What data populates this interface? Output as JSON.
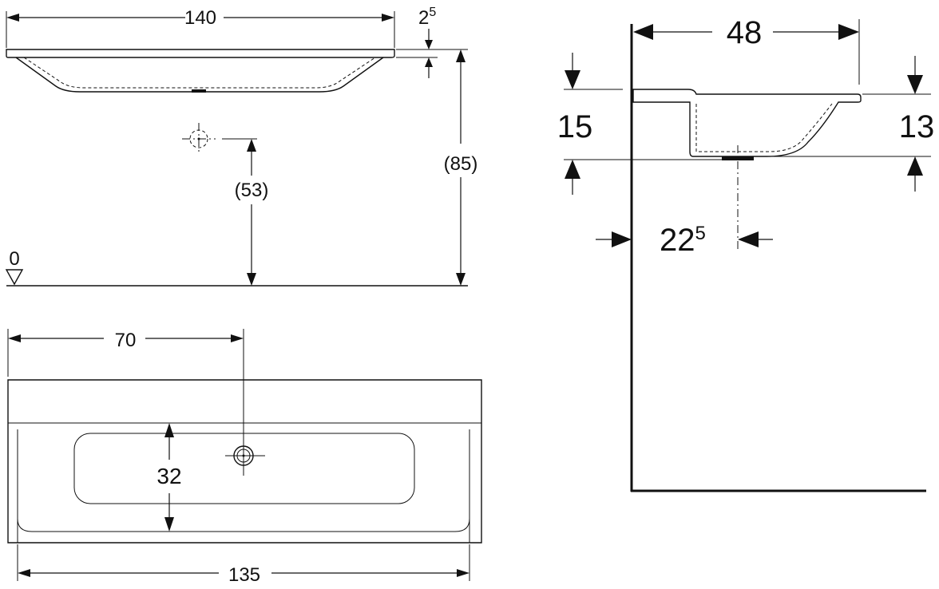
{
  "front_view": {
    "width_label": "140",
    "rim_label_base": "2",
    "rim_label_sup": "5",
    "height_label": "(85)",
    "drain_height_label": "(53)",
    "floor_label": "0"
  },
  "top_view": {
    "tap_offset_label": "70",
    "bowl_depth_label": "32",
    "inner_width_label": "135"
  },
  "side_view": {
    "depth_label": "48",
    "left_height_label": "15",
    "right_height_label": "13",
    "drain_offset_base": "22",
    "drain_offset_sup": "5"
  }
}
